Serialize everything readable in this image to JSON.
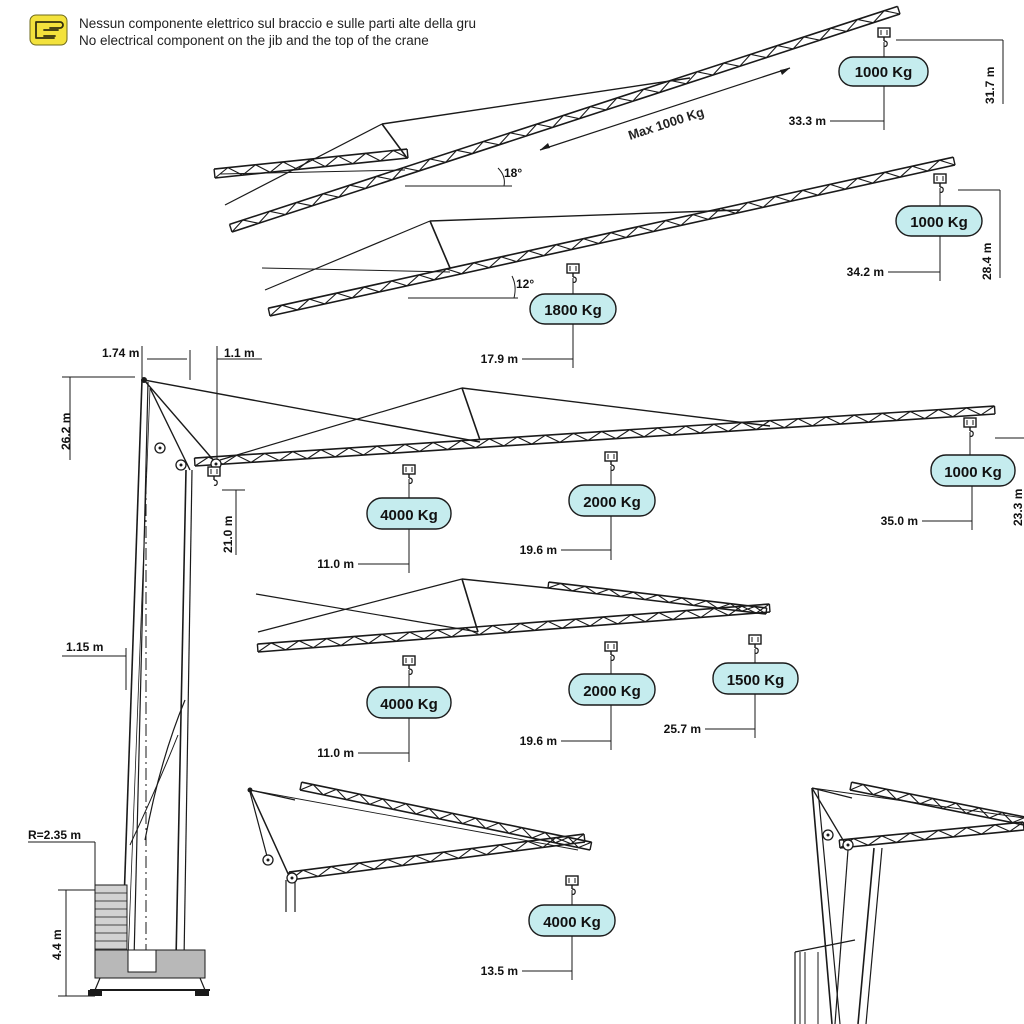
{
  "note": {
    "icon": "pointing-hand-icon",
    "icon_color": "#f3e23c",
    "line_it": "Nessun componente elettrico sul braccio e sulle parti alte della gru",
    "line_en": "No electrical component on the jib and the top of the crane"
  },
  "colors": {
    "pill_fill": "#c5ecee",
    "line": "#1a1a1a"
  },
  "cfg18": {
    "angle": "18°",
    "max_label": "Max 1000 Kg",
    "tip_load": "1000 Kg",
    "tip_radius": "33.3 m",
    "tip_height": "31.7 m"
  },
  "cfg12": {
    "angle": "12°",
    "tip_load": "1000 Kg",
    "tip_radius": "34.2 m",
    "tip_height": "28.4 m",
    "mid_load": "1800 Kg",
    "mid_radius": "17.9 m"
  },
  "horizontal_full": {
    "loads": [
      {
        "load": "4000 Kg",
        "radius": "11.0 m"
      },
      {
        "load": "2000 Kg",
        "radius": "19.6 m"
      },
      {
        "load": "1000 Kg",
        "radius": "35.0 m"
      }
    ],
    "tip_height": "23.3 m"
  },
  "horizontal_short": {
    "loads": [
      {
        "load": "4000 Kg",
        "radius": "11.0 m"
      },
      {
        "load": "2000 Kg",
        "radius": "19.6 m"
      },
      {
        "load": "1500 Kg",
        "radius": "25.7 m"
      }
    ]
  },
  "folded": {
    "load": "4000 Kg",
    "radius": "13.5 m"
  },
  "tower_dims": {
    "top_offset": "1.74 m",
    "head_offset": "1.1 m",
    "tower_height": "26.2 m",
    "hook_height": "21.0 m",
    "mast_offset": "1.15 m",
    "tail_radius": "R=2.35 m",
    "base_height": "4.4 m"
  }
}
